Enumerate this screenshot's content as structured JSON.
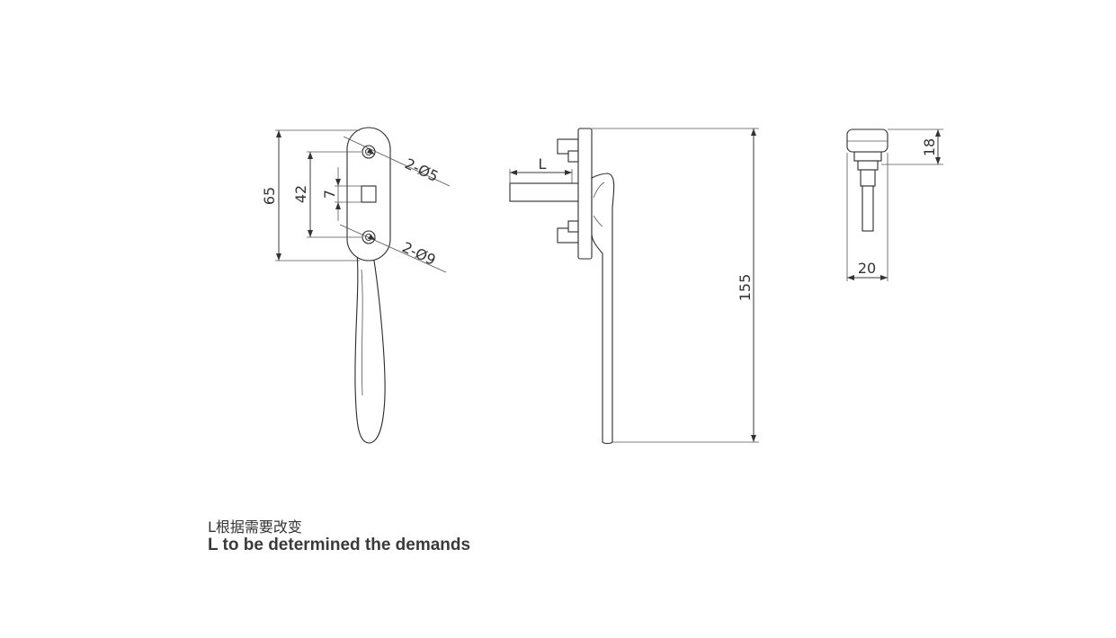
{
  "dimensions": {
    "overall_plate_height": "65",
    "hole_spacing": "42",
    "stem_width": "7",
    "hole_small": "2-Ø5",
    "hole_large": "2-Ø9",
    "length": "L",
    "total_height": "155",
    "side_height": "18",
    "side_width": "20"
  },
  "notes": {
    "chinese": "L根据需要改变",
    "english": "L to be determined the demands"
  }
}
